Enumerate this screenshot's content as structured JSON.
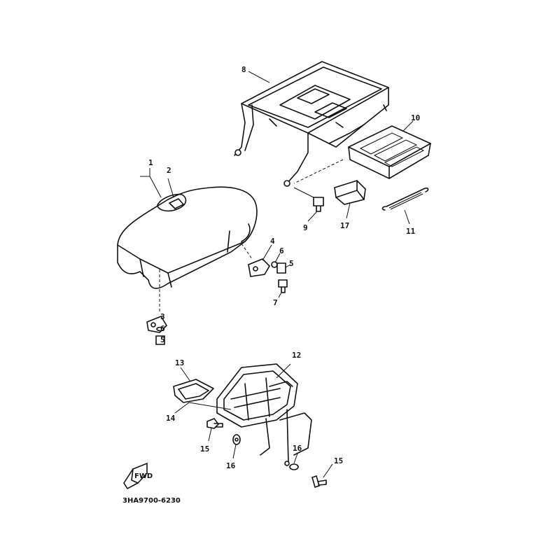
{
  "diagram": {
    "part_code": "3HA9700-6230",
    "fwd_icon_text": "FWD",
    "callouts": [
      {
        "id": "c1",
        "text": "1"
      },
      {
        "id": "c2",
        "text": "2"
      },
      {
        "id": "c8",
        "text": "8"
      },
      {
        "id": "c10",
        "text": "10"
      },
      {
        "id": "c9",
        "text": "9"
      },
      {
        "id": "c17",
        "text": "17"
      },
      {
        "id": "c11",
        "text": "11"
      },
      {
        "id": "c4",
        "text": "4"
      },
      {
        "id": "c6a",
        "text": "6"
      },
      {
        "id": "c5a",
        "text": "5"
      },
      {
        "id": "c7",
        "text": "7"
      },
      {
        "id": "c3",
        "text": "3"
      },
      {
        "id": "c6b",
        "text": "6"
      },
      {
        "id": "c5b",
        "text": "5"
      },
      {
        "id": "c13",
        "text": "13"
      },
      {
        "id": "c12",
        "text": "12"
      },
      {
        "id": "c14",
        "text": "14"
      },
      {
        "id": "c15a",
        "text": "15"
      },
      {
        "id": "c16a",
        "text": "16"
      },
      {
        "id": "c16b",
        "text": "16"
      },
      {
        "id": "c15b",
        "text": "15"
      }
    ]
  }
}
